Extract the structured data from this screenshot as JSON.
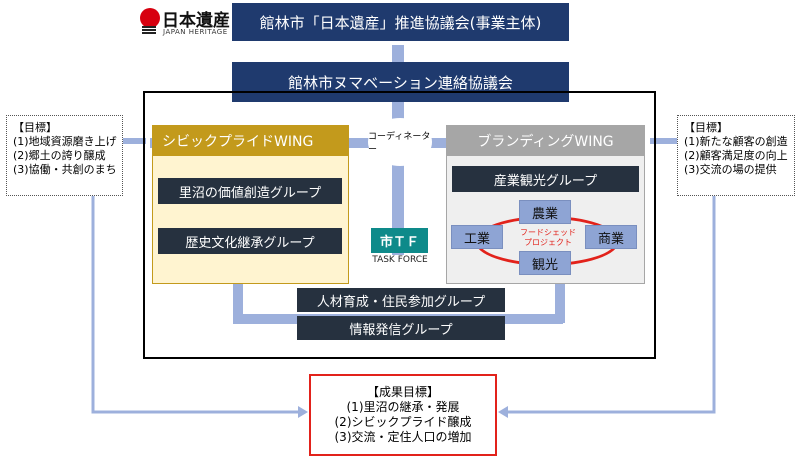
{
  "logo": {
    "brand": "日本遺産",
    "sub": "JAPAN HERITAGE",
    "mark_color": "#d7000f"
  },
  "header": {
    "main": "館林市「日本遺産」推進協議会(事業主体)",
    "second": "館林市ヌマベーション連絡協議会"
  },
  "left_goals": {
    "title": "【目標】",
    "items": [
      "(1)地域資源磨き上げ",
      "(2)郷土の誇り醸成",
      "(3)協働・共創のまち"
    ]
  },
  "right_goals": {
    "title": "【目標】",
    "items": [
      "(1)新たな顧客の創造",
      "(2)顧客満足度の向上",
      "(3)交流の場の提供"
    ]
  },
  "civic_wing": {
    "title": "シビックプライドWING",
    "groups": [
      "里沼の価値創造グループ",
      "歴史文化継承グループ"
    ]
  },
  "branding_wing": {
    "title": "ブランディングWING",
    "group": "産業観光グループ",
    "project": {
      "label_line1": "フードシェッド",
      "label_line2": "プロジェクト",
      "items": [
        "農業",
        "工業",
        "商業",
        "観光"
      ]
    }
  },
  "coordinator": "コーディネーター",
  "task_force": {
    "label": "市ＴＦ",
    "caption": "TASK FORCE"
  },
  "bottom_groups": [
    "人材育成・住民参加グループ",
    "情報発信グループ"
  ],
  "result_goals": {
    "title": "【成果目標】",
    "items": [
      "(1)里沼の継承・発展",
      "(2)シビックプライド醸成",
      "(3)交流・定住人口の増加"
    ]
  },
  "colors": {
    "navy": "#1f3a6e",
    "connector": "#9db0dc",
    "gold": "#c39a1c",
    "cream": "#fff4d0",
    "gray_header": "#a6a6a6",
    "dark_group": "#26313f",
    "teal": "#0e8a8a",
    "red": "#e2221b"
  }
}
